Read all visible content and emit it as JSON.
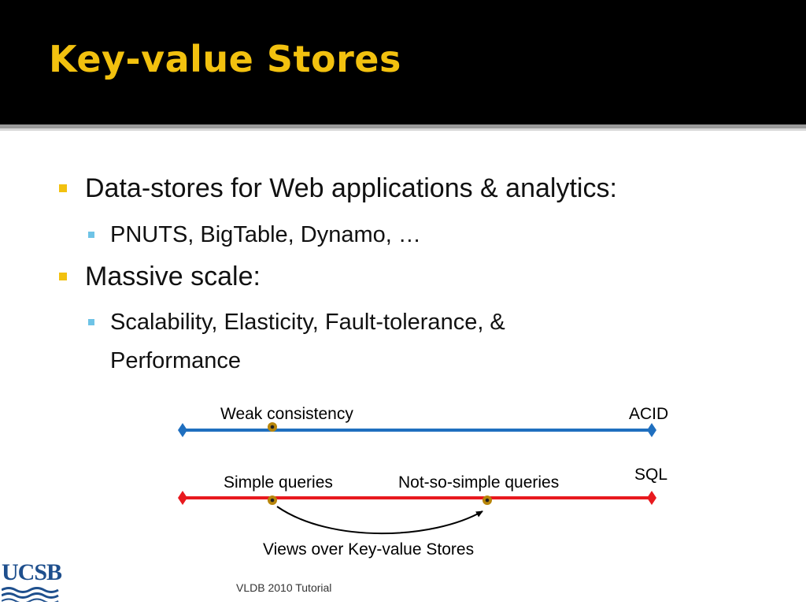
{
  "slide": {
    "title": "Key-value Stores",
    "footer": "VLDB 2010 Tutorial",
    "logo_text": "UCSB"
  },
  "bullets": [
    {
      "level": 1,
      "text": "Data-stores for Web applications & analytics:"
    },
    {
      "level": 2,
      "text": "PNUTS, BigTable, Dynamo, …"
    },
    {
      "level": 1,
      "text": "Massive scale:"
    },
    {
      "level": 2,
      "text": "Scalability, Elasticity, Fault-tolerance, &"
    },
    {
      "level": 2,
      "text": "Performance"
    }
  ],
  "diagram": {
    "consistency_axis": {
      "color": "#1f6fbf",
      "left_label": "Weak consistency",
      "right_label": "ACID"
    },
    "query_axis": {
      "color": "#e8191e",
      "left_label": "Simple queries",
      "middle_label": "Not-so-simple queries",
      "right_label": "SQL"
    },
    "arrow_label": "Views over Key-value Stores",
    "marker_color": "#b8860b"
  },
  "colors": {
    "title_bar": "#000000",
    "title_text": "#f2c10f",
    "bullet_l1": "#f2c10f",
    "bullet_l2": "#6ec3e6",
    "logo": "#1e4f8d"
  }
}
